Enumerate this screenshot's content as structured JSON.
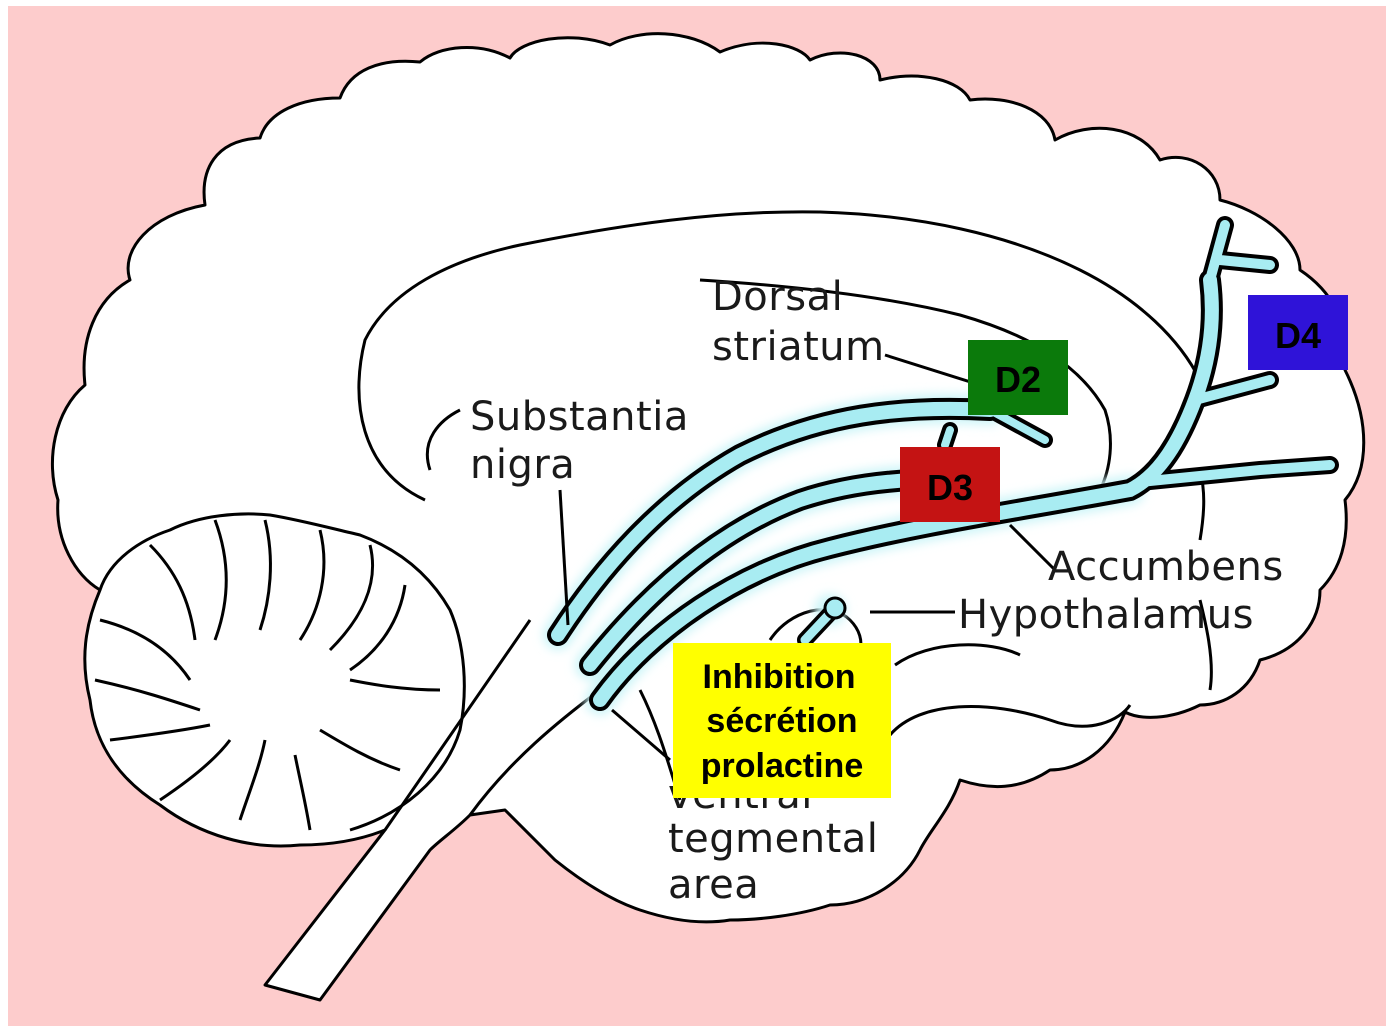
{
  "diagram": {
    "colors": {
      "background": "#fdcccc",
      "brain_fill": "#ffffff",
      "outline": "#000000",
      "pathway": "#a8ecf2",
      "pathway_glow": "#cdf5f8"
    },
    "anatomy_labels": {
      "dorsal_line1": "Dorsal",
      "dorsal_line2": "striatum",
      "substantia_line1": "Substantia",
      "substantia_line2": "nigra",
      "accumbens": "Accumbens",
      "hypothalamus": "Hypothalamus",
      "vta_line1": "ventral",
      "vta_line2": "tegmental",
      "vta_line3": "area"
    },
    "receptors": [
      {
        "label": "D2",
        "color": "#0b7a0b",
        "text_color": "#000000"
      },
      {
        "label": "D3",
        "color": "#c41313",
        "text_color": "#000000"
      },
      {
        "label": "D4",
        "color": "#2f13d8",
        "text_color": "#000000"
      }
    ],
    "note": {
      "line1": "Inhibition",
      "line2": "sécrétion",
      "line3": "prolactine",
      "color": "#ffff00"
    }
  }
}
